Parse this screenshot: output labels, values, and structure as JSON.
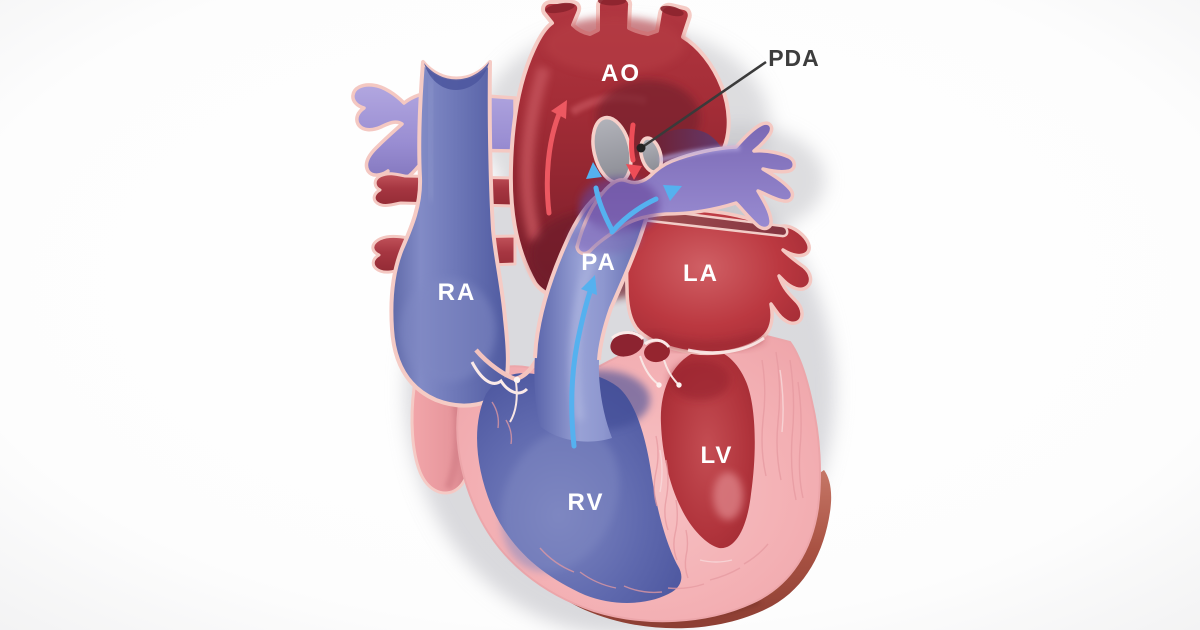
{
  "figure": {
    "type": "medical-illustration",
    "subject": "Heart cross-section showing patent ductus arteriosus (PDA) with shunted blood flow",
    "labels": {
      "aorta": "AO",
      "pulmonary_artery": "PA",
      "right_atrium": "RA",
      "left_atrium": "LA",
      "right_ventricle": "RV",
      "left_ventricle": "LV",
      "pda": "PDA"
    },
    "colors": {
      "oxygen_rich_red": "#a73039",
      "oxygen_poor_blue": "#6b75b6",
      "vessel_purple": "#968bd0",
      "muscle_pink": "#f3aeb2",
      "flow_arrow_blue": "#55b1ef",
      "flow_arrow_red": "#f15b64",
      "pda_arrow_red": "#ee4d57",
      "annotation_dark": "#3a3a3a",
      "chamber_label_text": "#ffffff",
      "background": "#ffffff"
    }
  }
}
